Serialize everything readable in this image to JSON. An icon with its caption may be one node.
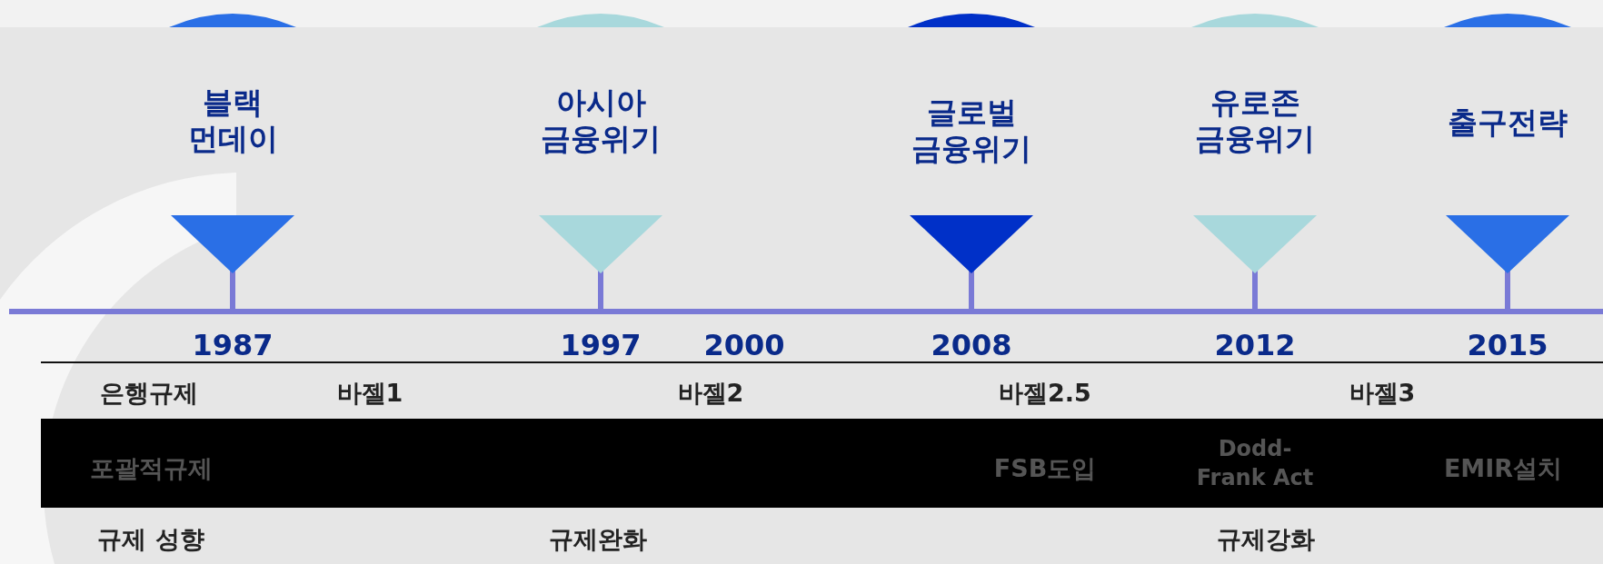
{
  "diagram": {
    "nodes": [
      {
        "text": [
          "블랙 먼데이"
        ]
      },
      {
        "text": [
          "아시아 금융위기"
        ]
      },
      {
        "text": [
          "글로벌 금융위기"
        ]
      },
      {
        "text": [
          "유로존 금융위기"
        ]
      },
      {
        "text": [
          "출구전략"
        ]
      }
    ],
    "labels": [
      "1987",
      "1997",
      "2000",
      "2008",
      "2012",
      "2015",
      "은행규제",
      "바젤1",
      "바젤2",
      "바젤2.5",
      "바젤3",
      "포괄적규제",
      "FSB도입",
      "Dodd-Frank Act",
      "EMIR설치",
      "규제 성향",
      "규제완화",
      "규제강화"
    ]
  }
}
